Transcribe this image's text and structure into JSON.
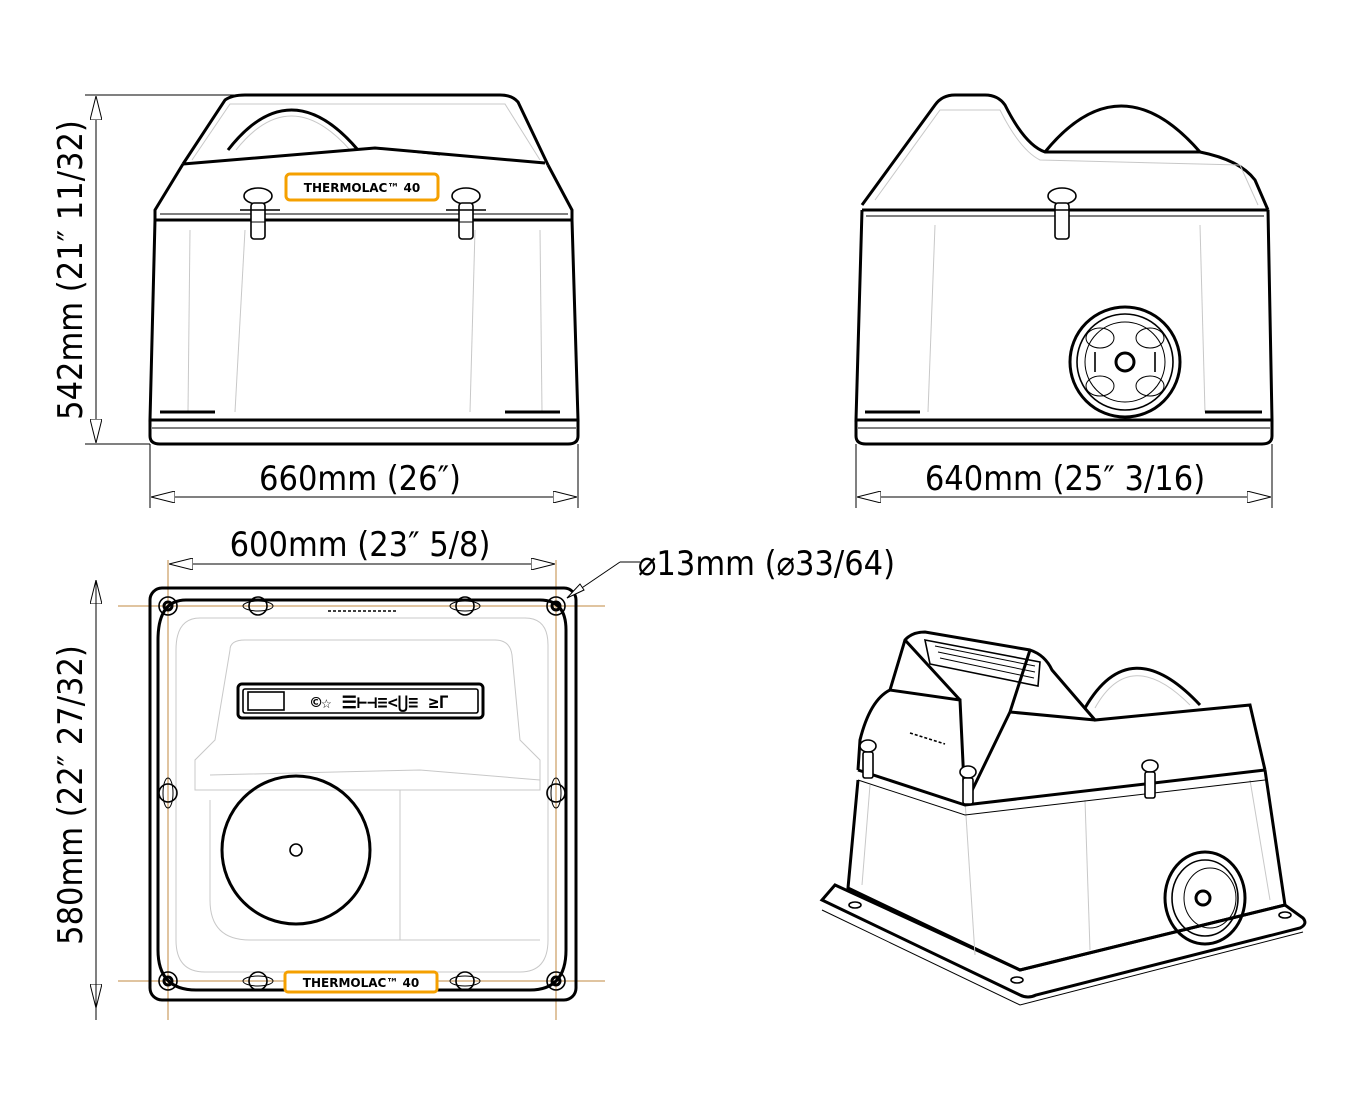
{
  "dimensions": {
    "height": "542mm  (21″  11/32)",
    "width_front": "660mm  (26″)",
    "width_side": "640mm  (25″  3/16)",
    "hole_spacing": "600mm  (23″  5/8)",
    "depth": "580mm  (22″  27/32)",
    "hole_diameter": "⌀13mm  (⌀33/64)"
  },
  "labels": {
    "product_name": "THERMOLAC™ 40",
    "top_badge": "©☆ ☰⊢⊣≡<⋃≡ ≥Γ"
  },
  "colors": {
    "label_accent": "#f5a000",
    "centerline": "#c08a40",
    "outline": "#000000"
  }
}
